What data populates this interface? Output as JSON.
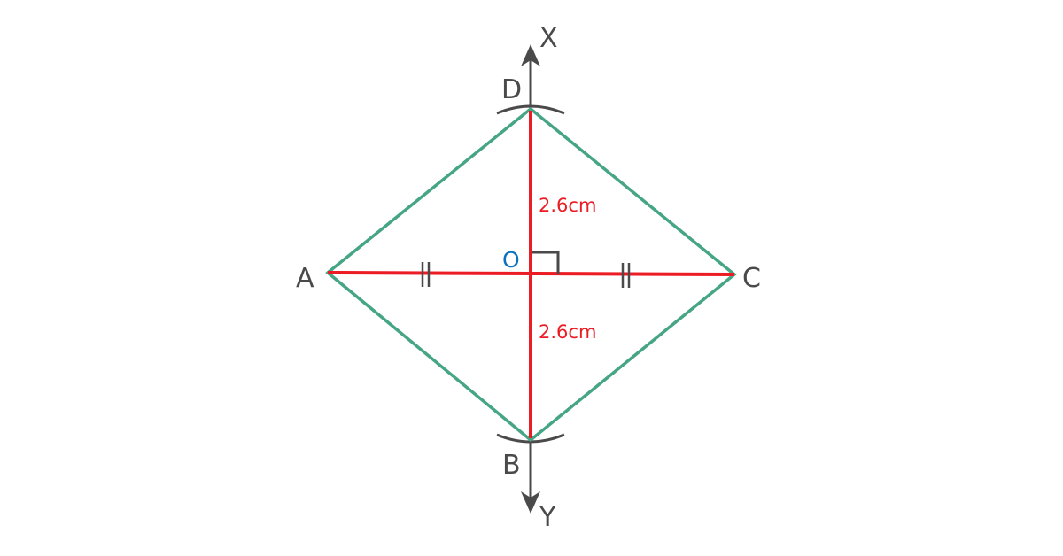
{
  "diagram": {
    "points": {
      "A": "A",
      "B": "B",
      "C": "C",
      "D": "D",
      "O": "O"
    },
    "axis_labels": {
      "top": "X",
      "bottom": "Y"
    },
    "measurements": {
      "OD": "2.6cm",
      "OB": "2.6cm"
    },
    "colors": {
      "sides": "#45a584",
      "diagonals": "#ec1c24",
      "construction": "#4a4a4a",
      "center_label": "#0b72c0"
    }
  }
}
